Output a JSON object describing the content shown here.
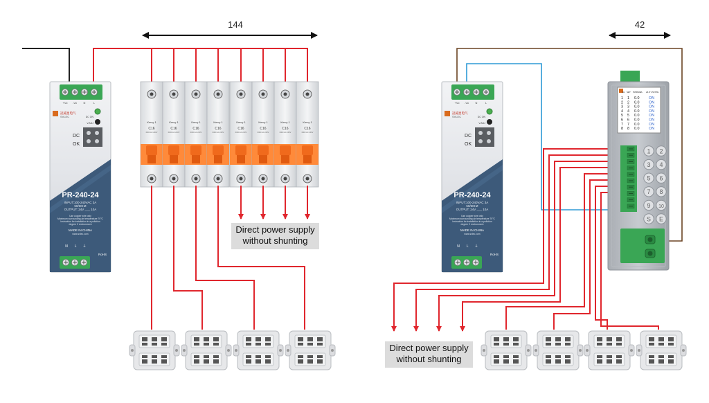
{
  "dimensions": {
    "left": "144",
    "right": "42"
  },
  "psu_left": {
    "terminal_labels": [
      "+Vo",
      "-Vo",
      "N",
      "L"
    ],
    "brand_cn": "冠威星电气",
    "brand_en": "SVLEC",
    "dc_label": "DC",
    "ok_label": "OK",
    "led_label": "DC ON",
    "adj_label": "V.ADJ",
    "model": "PR-240-24",
    "input": "INPUT:100-240VAC  3A",
    "input2": "50/60HZ",
    "output": "OUTPUT: 24V ___ 10A",
    "warn": [
      "Use copper wire only",
      "Maximum surrounding air temperature 70°C",
      "Instruction for installation in a pollution",
      "degree 2 environment"
    ],
    "made": "MADE IN CHINA",
    "web": "www.svlec.com",
    "bottom_labels": [
      "N",
      "L",
      "⏚"
    ],
    "rohs": "RoHS"
  },
  "psu_right": {
    "terminal_labels": [
      "+Vo",
      "-Vo",
      "N",
      "L"
    ],
    "brand_cn": "冠威星电气",
    "brand_en": "SVLEC",
    "dc_label": "DC",
    "ok_label": "OK",
    "led_label": "DC ON",
    "adj_label": "V.ADJ",
    "model": "PR-240-24",
    "input": "INPUT:100-240VAC  3A",
    "input2": "50/60HZ",
    "output": "OUTPUT: 24V ___ 10A",
    "warn": [
      "Use copper wire only",
      "Maximum surrounding air temperature 70°C",
      "Instruction for installation in a pollution",
      "degree 2 environment"
    ],
    "made": "MADE IN CHINA",
    "web": "www.svlec.com",
    "bottom_labels": [
      "N",
      "L",
      "⏚"
    ],
    "rohs": "RoHS"
  },
  "breaker": {
    "brand": "Kmcy 1",
    "rating": "C16",
    "curve": "6000 AC 240V"
  },
  "notes": {
    "left": [
      "Direct power supply",
      "without shunting"
    ],
    "right": [
      "Direct power supply",
      "without shunting"
    ]
  },
  "module": {
    "header": [
      "CH",
      "SET",
      "PWRSG",
      "I/A",
      "24.8 V",
      "STATE"
    ],
    "rows": [
      [
        "1",
        "1",
        "0.0",
        "ON"
      ],
      [
        "2",
        "2",
        "0.0",
        "ON"
      ],
      [
        "3",
        "3",
        "0.0",
        "ON"
      ],
      [
        "4",
        "4",
        "0.0",
        "ON"
      ],
      [
        "5",
        "5",
        "0.0",
        "ON"
      ],
      [
        "6",
        "6",
        "0.0",
        "ON"
      ],
      [
        "7",
        "7",
        "0.0",
        "ON"
      ],
      [
        "8",
        "8",
        "0.0",
        "ON"
      ]
    ],
    "buttons": [
      "1",
      "2",
      "3",
      "4",
      "5",
      "6",
      "7",
      "8",
      "9",
      "10",
      "S",
      "E"
    ]
  },
  "colors": {
    "red_wire": "#e0262d",
    "black_wire": "#222222",
    "brown_wire": "#6b4423",
    "blue_wire": "#2e9ad6",
    "terminal_green": "#3aa655",
    "breaker_orange": "#f06a1c",
    "psu_blue": "#3d5a7a"
  }
}
